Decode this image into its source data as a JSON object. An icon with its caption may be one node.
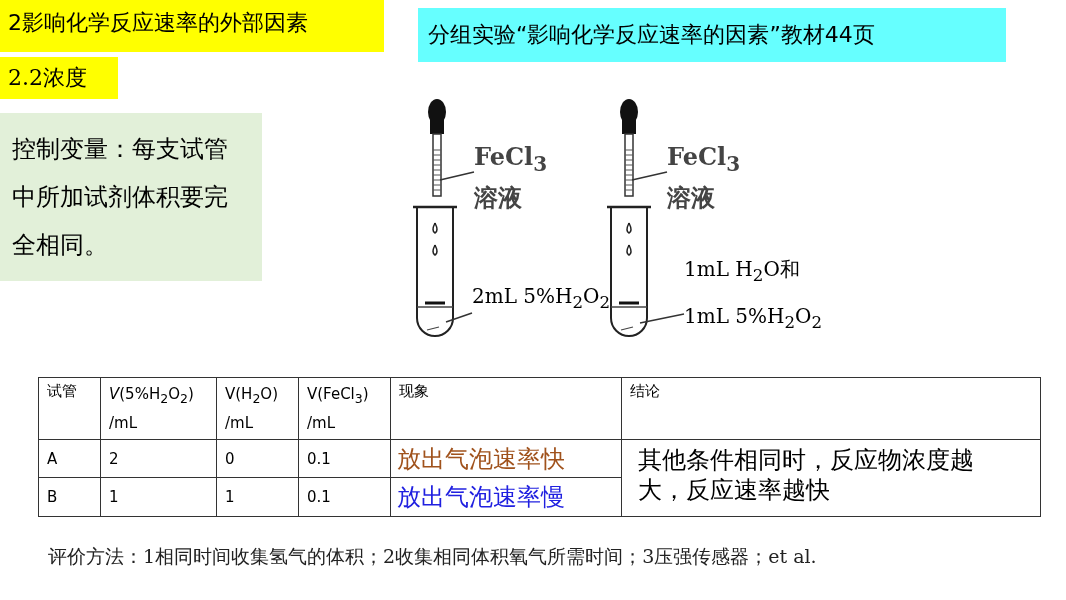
{
  "diagram": {
    "nodes": [
      {
        "text": [
          "2影响化学反应速率的外部因素"
        ]
      },
      {
        "text": [
          "2.2浓度"
        ]
      },
      {
        "text": [
          "分组实验“影响化学反应速率的因素”教材44页"
        ]
      },
      {
        "text": [
          "控制变量：每支试管中所加试剂体积要完全相同。"
        ]
      },
      {
        "text": [
          "FeCl$_{3}$ 溶液"
        ]
      },
      {
        "text": [
          "2mL 5%H$_{2}$O$_{2}$"
        ]
      },
      {
        "text": [
          "FeCl$_{3}$ 溶液"
        ]
      },
      {
        "text": [
          "1mL 5%H$_{2}$O$_{2}$"
        ]
      }
    ],
    "edges": [
      {
        "from": 4,
        "to": null,
        "arrow": "none"
      },
      {
        "from": 5,
        "to": null,
        "arrow": "none"
      },
      {
        "from": 6,
        "to": null,
        "arrow": "none"
      },
      {
        "from": 7,
        "to": null,
        "arrow": "none"
      }
    ],
    "labels": [
      "1mL H$_{2}$O和",
      "试管",
      "*V*(5%H$_{2}$O$_{2}$) /mL",
      "V(H$_{2}$O) /mL",
      "V(FeCl$_{3}$) /mL",
      "现象",
      "结论",
      "A",
      "2",
      "0",
      "0.1",
      "放出气泡速率快",
      "其他条件相同时，反应物浓度越大，反应速率越快",
      "B",
      "1",
      "1",
      "0.1",
      "放出气泡速率慢",
      "评价方法：1相同时间收集氢气的体积；2收集相同体积氧气所需时间；3压强传感器；et al."
    ]
  }
}
